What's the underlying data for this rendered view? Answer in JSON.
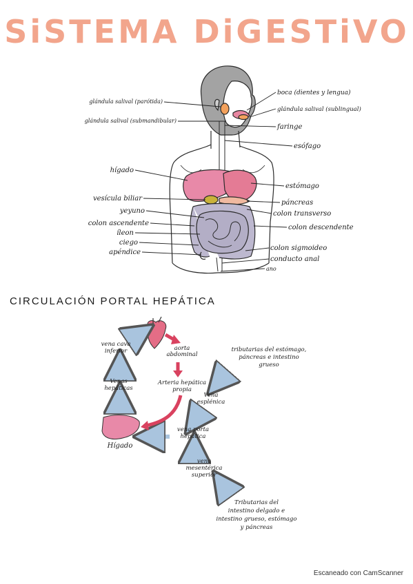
{
  "title": "SiSTEMA DiGESTiVO",
  "section_title": "CIRCULACIÓN PORTAL HEPÁTICA",
  "colors": {
    "title": "#f2a58c",
    "liver": "#e889a8",
    "stomach": "#e47b95",
    "gallbladder": "#c9b23a",
    "intestine": "#b3aec6",
    "skin": "#9d9d9d",
    "red_arrow": "#d9425f",
    "blue_arrow": "#a9c4de",
    "heart": "#e46d86"
  },
  "anatomy_labels": {
    "left": {
      "parotid": "glándula salival (parótida)",
      "submandibular": "glándula salival (submandibular)",
      "liver": "hígado",
      "gallbladder": "vesícula biliar",
      "jejunum": "yeyuno",
      "ascending_colon": "colon ascendente",
      "ileum": "íleon",
      "cecum": "ciego",
      "appendix": "apéndice"
    },
    "right": {
      "mouth": "boca (dientes y lengua)",
      "sublingual": "glándula salival (sublingual)",
      "pharynx": "faringe",
      "esophagus": "esófago",
      "stomach": "estómago",
      "pancreas": "páncreas",
      "transverse_colon": "colon transverso",
      "descending_colon": "colon descendente",
      "sigmoid_colon": "colon sigmoideo",
      "anal_canal": "conducto anal",
      "anus": "ano"
    }
  },
  "portal_labels": {
    "vena_cava": [
      "vena cava",
      "inferior"
    ],
    "aorta": [
      "aorta",
      "abdominal"
    ],
    "hepatic_veins": [
      "Venas",
      "hepáticas"
    ],
    "hepatic_artery": [
      "Arteria hepática",
      "propia"
    ],
    "liver": "Hígado",
    "splenic_vein": [
      "Vena",
      "esplénica"
    ],
    "portal_vein": [
      "vena porta",
      "hepática"
    ],
    "sup_mesenteric": [
      "vena",
      "mesentérica",
      "superior"
    ],
    "tributaries_top": [
      "tributarias del estómago,",
      "páncreas e intestino",
      "grueso"
    ],
    "tributaries_bottom": [
      "Tributarias del",
      "intestino delgado e",
      "intestino grueso, estómago",
      "y páncreas"
    ]
  },
  "watermark": "Escaneado con CamScanner"
}
